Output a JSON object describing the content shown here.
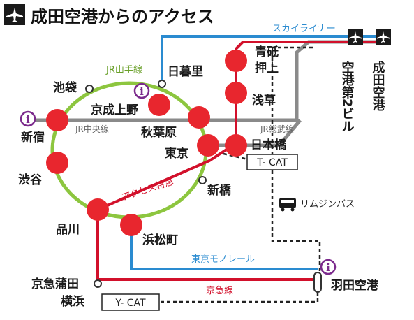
{
  "title": "成田空港からのアクセス",
  "lines": {
    "skyliner": "スカイライナー",
    "yamanote": "JR山手線",
    "chuo": "JR中央線",
    "sobu": "JR総武線",
    "access_express": "アクセス特急",
    "monorail": "東京モノレール",
    "keikyu": "京急線",
    "limousine": "リムジンバス"
  },
  "stations": {
    "aoto": "青砥",
    "oshiage": "押上",
    "asakusa": "浅草",
    "nippori": "日暮里",
    "ikebukuro": "池袋",
    "keisei_ueno": "京成上野",
    "shinjuku": "新宿",
    "akihabara": "秋葉原",
    "tokyo": "東京",
    "nihonbashi": "日本橋",
    "shibuya": "渋谷",
    "shinbashi": "新橋",
    "shinagawa": "品川",
    "hamamatsucho": "浜松町",
    "keikyu_kamata": "京急蒲田",
    "yokohama": "横浜",
    "haneda": "羽田空港",
    "narita_t2": "空港第2ビル",
    "narita": "成田空港"
  },
  "terminals": {
    "tcat": "T- CAT",
    "ycat": "Y- CAT"
  },
  "colors": {
    "red_line": "#d2102b",
    "blue_line": "#2a8bd0",
    "green_line": "#8dc63f",
    "gray_line": "#8a8a8a",
    "station_dot": "#e8262e",
    "info_purple": "#7b2a8c"
  }
}
